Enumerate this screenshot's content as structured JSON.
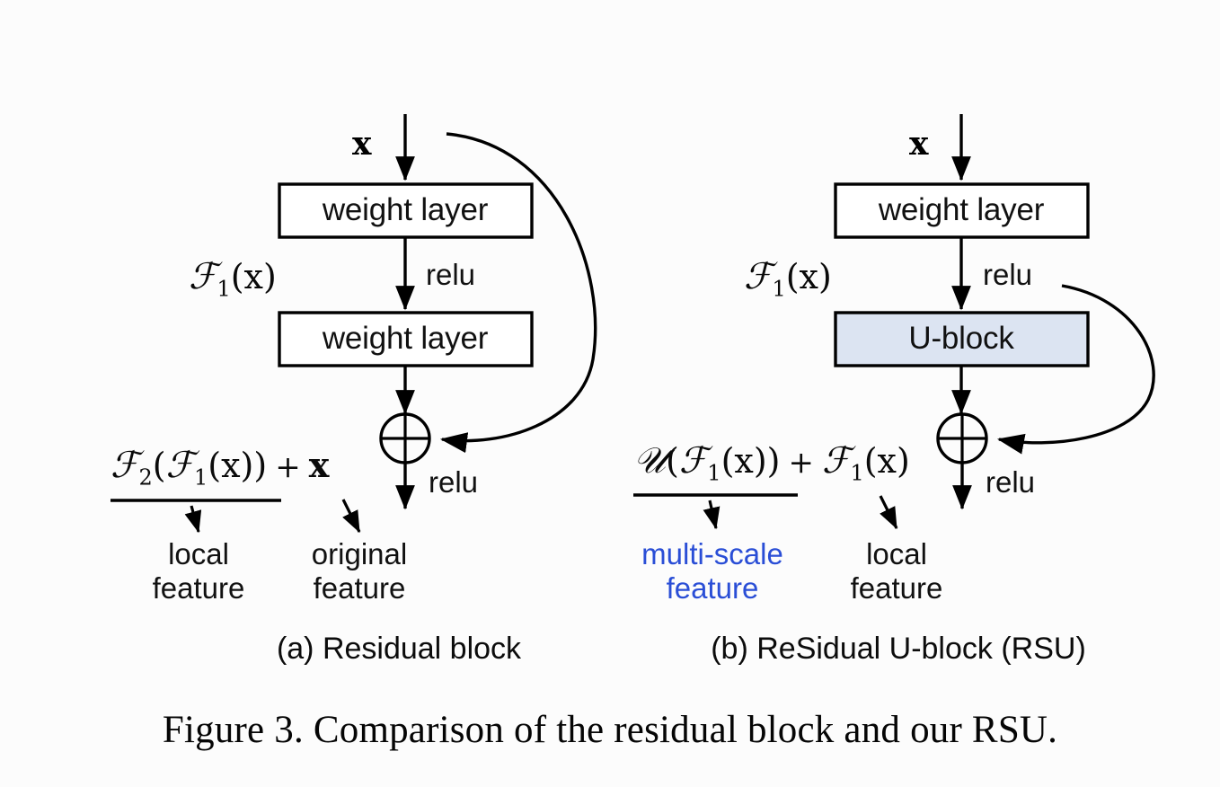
{
  "figure": {
    "caption": "Figure 3. Comparison of the residual block and our RSU.",
    "background_color": "#fcfcfc",
    "stroke_color": "#000000",
    "accent_blue": "#2a4ed6",
    "ublock_fill": "#dce4f2"
  },
  "panels": [
    {
      "id": "a",
      "subcaption": "(a) Residual block",
      "input_label": "x",
      "blocks": [
        {
          "name": "weight-layer-1",
          "label": "weight layer",
          "fill": "#ffffff"
        },
        {
          "name": "weight-layer-2",
          "label": "weight layer",
          "fill": "#ffffff"
        }
      ],
      "edge_labels": {
        "between_blocks": "relu",
        "after_sum": "relu"
      },
      "intermediate_label": {
        "cal": "F",
        "sub": "1",
        "arg": "(x)"
      },
      "sum_symbol": "plus-in-circle",
      "expression": {
        "left_term": {
          "cal": "F",
          "sub": "2",
          "inner_cal": "F",
          "inner_sub": "1",
          "arg": "(x)"
        },
        "operator": "+",
        "right_term": "x"
      },
      "annotations": [
        {
          "name": "left-term-annotation",
          "lines": [
            "local",
            "feature"
          ],
          "color": "#111111"
        },
        {
          "name": "right-term-annotation",
          "lines": [
            "original",
            "feature"
          ],
          "color": "#111111"
        }
      ]
    },
    {
      "id": "b",
      "subcaption": "(b) ReSidual U-block (RSU)",
      "input_label": "x",
      "blocks": [
        {
          "name": "weight-layer-1",
          "label": "weight layer",
          "fill": "#ffffff"
        },
        {
          "name": "u-block",
          "label": "U-block",
          "fill": "#dce4f2"
        }
      ],
      "edge_labels": {
        "between_blocks": "relu",
        "after_sum": "relu"
      },
      "intermediate_label": {
        "cal": "F",
        "sub": "1",
        "arg": "(x)"
      },
      "sum_symbol": "plus-in-circle",
      "expression": {
        "left_term": {
          "cal": "U",
          "inner_cal": "F",
          "inner_sub": "1",
          "arg": "(x)"
        },
        "operator": "+",
        "right_term": {
          "cal": "F",
          "sub": "1",
          "arg": "(x)"
        }
      },
      "annotations": [
        {
          "name": "left-term-annotation",
          "lines": [
            "multi-scale",
            "feature"
          ],
          "color": "#2a4ed6"
        },
        {
          "name": "right-term-annotation",
          "lines": [
            "local",
            "feature"
          ],
          "color": "#111111"
        }
      ]
    }
  ],
  "glyphs": {
    "cal_F": "ℱ",
    "cal_U": "𝒰",
    "plus": "+",
    "lparen": "(",
    "rparen": ")",
    "bold_x": "x"
  }
}
